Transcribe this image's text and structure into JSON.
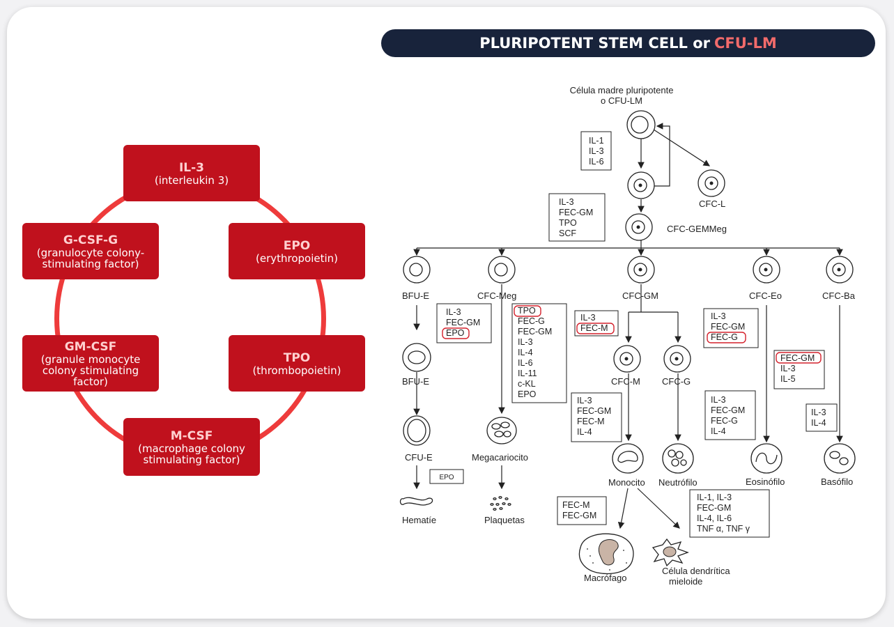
{
  "banner": {
    "title": "PLURIPOTENT STEM CELL or ",
    "accent": "CFU-LM"
  },
  "factors": [
    {
      "name": "IL-3",
      "desc": "(interleukin 3)"
    },
    {
      "name": "EPO",
      "desc": "(erythropoietin)"
    },
    {
      "name": "TPO",
      "desc": "(thrombopoietin)"
    },
    {
      "name": "M-CSF",
      "desc": "(macrophage colony stimulating factor)"
    },
    {
      "name": "GM-CSF",
      "desc": "(granule monocyte colony stimulating factor)"
    },
    {
      "name": "G-CSF-G",
      "desc": "(granulocyte colony-stimulating factor)"
    }
  ],
  "colors": {
    "banner": "#18233b",
    "accent": "#f26b6b",
    "node": "#c0111d",
    "ring": "#ee3b3b",
    "highlight": "#d4202b"
  },
  "diagram": {
    "stem_title": "Célula madre pluripotente",
    "stem_sub": "o CFU-LM",
    "cfc_l": "CFC-L",
    "gemm": "CFC-GEMMeg",
    "box_top": [
      "IL-1",
      "IL-3",
      "IL-6"
    ],
    "box_gemm": [
      "IL-3",
      "FEC-GM",
      "TPO",
      "SCF"
    ],
    "bfu_e": "BFU-E",
    "cfc_meg": "CFC-Meg",
    "cfc_gm": "CFC-GM",
    "cfc_eo": "CFC-Eo",
    "cfc_ba": "CFC-Ba",
    "box_ery": [
      "IL-3",
      "FEC-GM",
      "EPO"
    ],
    "box_meg": [
      "TPO",
      "FEC-G",
      "FEC-GM",
      "IL-3",
      "IL-4",
      "IL-6",
      "IL-11",
      "c-KL",
      "EPO"
    ],
    "box_gm": [
      "IL-3",
      "FEC-M"
    ],
    "box_eo": [
      "IL-3",
      "FEC-GM",
      "FEC-G"
    ],
    "box_ba": [
      "FEC-GM",
      "IL-3",
      "IL-5"
    ],
    "bfu_e2": "BFU-E",
    "cfc_m": "CFC-M",
    "cfc_g": "CFC-G",
    "box_m": [
      "IL-3",
      "FEC-GM",
      "FEC-M",
      "IL-4"
    ],
    "box_g": [
      "IL-3",
      "FEC-GM",
      "FEC-G",
      "IL-4"
    ],
    "box_ba2": [
      "IL-3",
      "IL-4"
    ],
    "cfu_e": "CFU-E",
    "megacario": "Megacariocito",
    "monocito": "Monocito",
    "neutrofilo": "Neutrófilo",
    "eosinofilo": "Eosinófilo",
    "basofilo": "Basófilo",
    "box_epo": "EPO",
    "hematie": "Hematíe",
    "plaquetas": "Plaquetas",
    "box_mac": [
      "FEC-M",
      "FEC-GM"
    ],
    "box_dc": [
      "IL-1, IL-3",
      "FEC-GM",
      "IL-4, IL-6",
      "TNF α, TNF γ"
    ],
    "macrofago": "Macrófago",
    "dendritic1": "Célula dendrítica",
    "dendritic2": "mieloide"
  }
}
